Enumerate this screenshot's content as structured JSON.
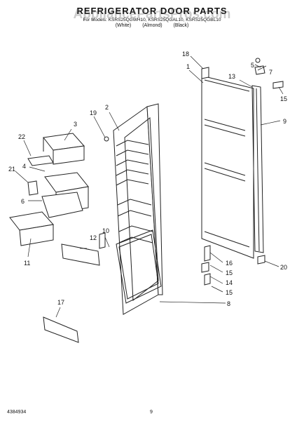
{
  "header": {
    "title": "REFRIGERATOR DOOR PARTS",
    "models": "For Models: KSRS25QGWH10, KSRS25QGAL10, KSRS25QGBL10",
    "colors": "(White) (Almond) (Black)"
  },
  "watermark": "AppliancePartsPros.com",
  "callouts": [
    "1",
    "2",
    "3",
    "4",
    "5",
    "6",
    "7",
    "8",
    "9",
    "10",
    "11",
    "12",
    "13",
    "14",
    "15",
    "15",
    "15",
    "16",
    "17",
    "18",
    "19",
    "20",
    "21",
    "22"
  ],
  "footer": {
    "doc_number": "4384934",
    "page_number": "9"
  }
}
